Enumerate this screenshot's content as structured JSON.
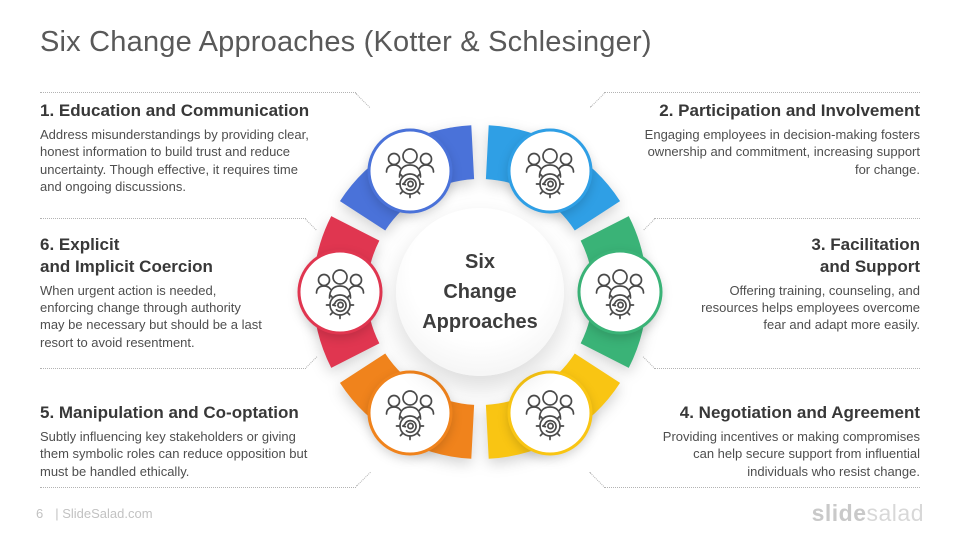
{
  "title": "Six Change Approaches (Kotter & Schlesinger)",
  "center_label": "Six\nChange\nApproaches",
  "approaches": [
    {
      "heading": "1. Education and Communication",
      "body": "Address misunderstandings by providing clear,\nhonest information to build trust and reduce\nuncertainty. Though effective, it requires time\nand ongoing discussions.",
      "color": "#4a72d9"
    },
    {
      "heading": "2. Participation and Involvement",
      "body": "Engaging employees in decision-making fosters\nownership and commitment, increasing support\nfor change.",
      "color": "#2f9fe5"
    },
    {
      "heading": "3. Facilitation\nand Support",
      "body": "Offering training, counseling, and\nresources helps employees overcome\nfear and adapt more easily.",
      "color": "#3ab377"
    },
    {
      "heading": "4. Negotiation and Agreement",
      "body": "Providing incentives or making compromises\ncan help secure support from influential\nindividuals who resist change.",
      "color": "#f9c513"
    },
    {
      "heading": "5. Manipulation and Co-optation",
      "body": "Subtly influencing key stakeholders or giving\nthem symbolic roles can reduce opposition but\nmust be handled ethically.",
      "color": "#f0831c"
    },
    {
      "heading": "6. Explicit\nand Implicit Coercion",
      "body": "When urgent action is needed,\nenforcing change through authority\nmay be necessary but should be a last\nresort to avoid resentment.",
      "color": "#e03650"
    }
  ],
  "icon_stroke_color": "#4a4a4a",
  "footer": {
    "page_number": "6",
    "source": "| SlideSalad.com",
    "logo_bold": "slide",
    "logo_light": "salad"
  }
}
